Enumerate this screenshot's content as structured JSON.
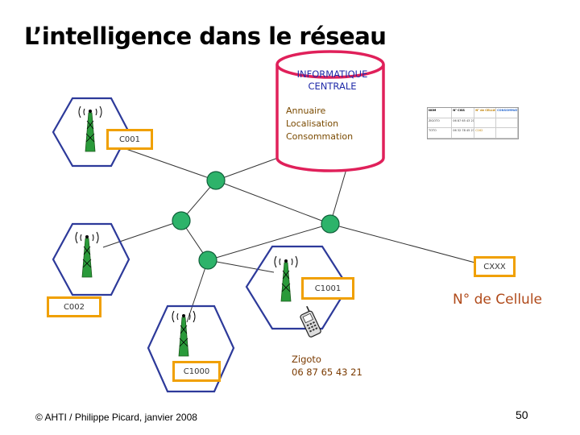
{
  "slide": {
    "title": "L’intelligence dans le réseau",
    "footer": "© AHTI / Philippe Picard, janvier 2008",
    "page_number": "50"
  },
  "database": {
    "label_line1": "INFORMATIQUE",
    "label_line2": "CENTRALE",
    "functions": [
      "Annuaire",
      "Localisation",
      "Consommation"
    ]
  },
  "table": {
    "headers": [
      "NOM",
      "N° CISS",
      "N° de CELLULE",
      "CONSOMMATION"
    ],
    "rows": [
      [
        "ZIGOTO",
        "06 87 65 43 21",
        "",
        ""
      ],
      [
        "TOTO",
        "06 32 78 45 23",
        "C162",
        ""
      ]
    ]
  },
  "cells": {
    "c001": "C001",
    "c002": "C002",
    "c1000": "C1000",
    "c1001": "C1001",
    "cxxx": "CXXX"
  },
  "legend": {
    "cell_number": "N° de Cellule"
  },
  "phone": {
    "name": "Zigoto",
    "number": "06 87 65 43  21"
  },
  "colors": {
    "hexagon_stroke": "#2d3a9a",
    "node_fill": "#2db36a",
    "cylinder_stroke": "#e0205a",
    "cell_label_border": "#f0a000"
  }
}
